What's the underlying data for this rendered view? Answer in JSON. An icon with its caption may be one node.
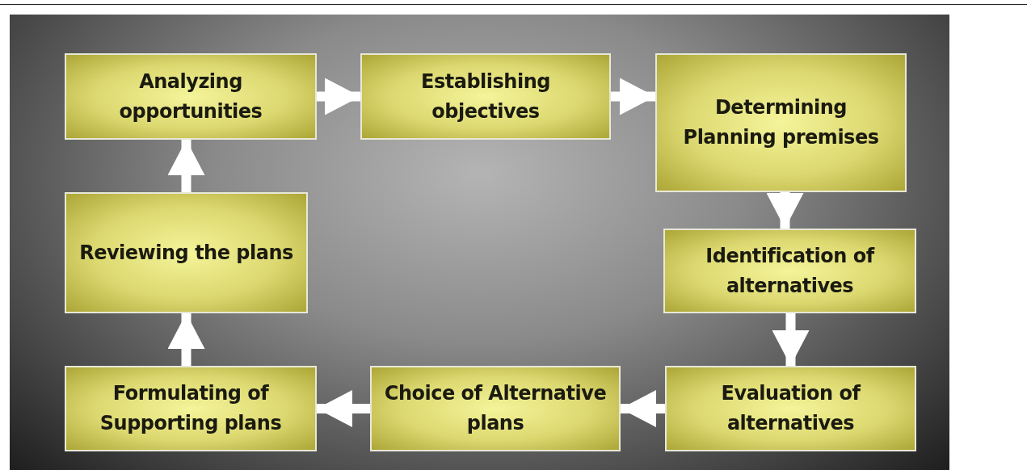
{
  "diagram": {
    "nodes": [
      {
        "text": [
          "Analyzing opportunities"
        ]
      },
      {
        "text": [
          "Establishing objectives"
        ]
      },
      {
        "text": [
          "Determining Planning premises"
        ]
      },
      {
        "text": [
          "Identification of alternatives"
        ]
      },
      {
        "text": [
          "Evaluation of alternatives"
        ]
      },
      {
        "text": [
          "Choice of Alternative plans"
        ]
      },
      {
        "text": [
          "Formulating of Supporting plans"
        ]
      },
      {
        "text": [
          "Reviewing the plans"
        ]
      }
    ],
    "edges": [
      {
        "from": 0,
        "to": 1,
        "arrow": "to"
      },
      {
        "from": 1,
        "to": 2,
        "arrow": "to"
      },
      {
        "from": 2,
        "to": 3,
        "arrow": "to"
      },
      {
        "from": 3,
        "to": 4,
        "arrow": "to"
      },
      {
        "from": 4,
        "to": 5,
        "arrow": "to"
      },
      {
        "from": 5,
        "to": 6,
        "arrow": "to"
      },
      {
        "from": 6,
        "to": 7,
        "arrow": "to"
      },
      {
        "from": 7,
        "to": 0,
        "arrow": "to"
      }
    ]
  }
}
